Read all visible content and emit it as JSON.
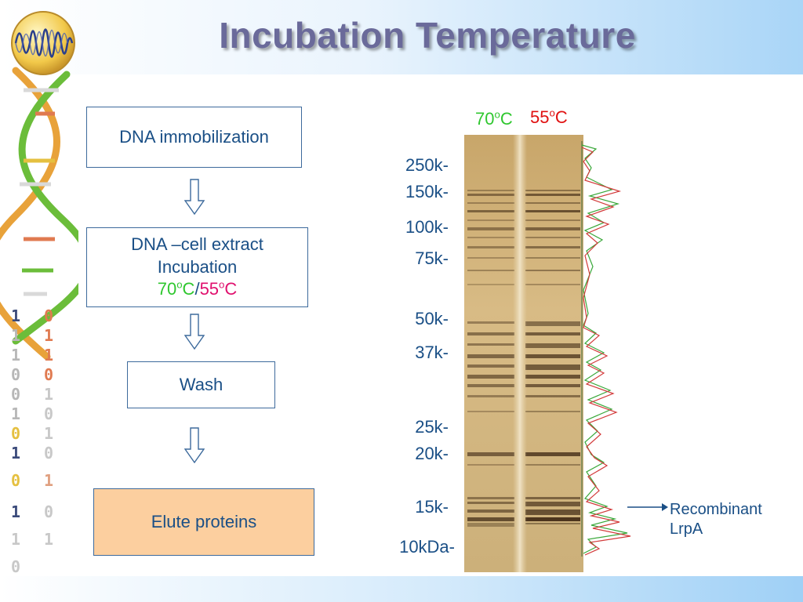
{
  "title": "Incubation Temperature",
  "colors": {
    "text_blue": "#1a4f86",
    "temp_70_green": "#2fc72f",
    "temp_55_red": "#e01010",
    "temp_55_magenta": "#e0106e",
    "elute_fill": "#fccf9f",
    "title_color": "#6a6a9a"
  },
  "decor": {
    "logo_icon": "waveform-logo-icon",
    "side_art": "dna-helix-binary-icon"
  },
  "flow": {
    "step1": "DNA immobilization",
    "step2_line1": "DNA –cell extract",
    "step2_line2": "Incubation",
    "step2_temp_a": "70",
    "step2_temp_b": "55",
    "step2_unit": "C",
    "step2_sup": "o",
    "step2_sep": "/",
    "step3": "Wash",
    "step4": "Elute proteins"
  },
  "gel": {
    "lane_labels": [
      {
        "value": "70",
        "sup": "o",
        "unit": "C"
      },
      {
        "value": "55",
        "sup": "o",
        "unit": "C"
      }
    ],
    "markers": [
      "250k-",
      "150k-",
      "100k-",
      "75k-",
      "50k-",
      "37k-",
      "25k-",
      "20k-",
      "15k-",
      "10kDa-"
    ],
    "callout_line1": "Recombinant",
    "callout_line2": "LrpA"
  }
}
